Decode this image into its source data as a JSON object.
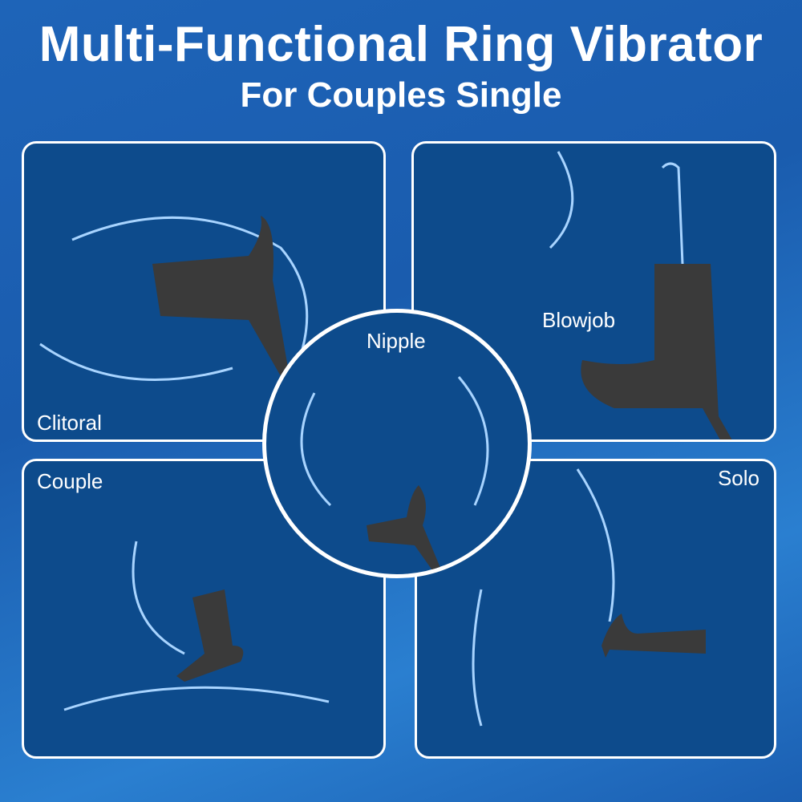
{
  "header": {
    "title": "Multi-Functional Ring Vibrator",
    "subtitle": "For Couples Single"
  },
  "panels": [
    {
      "id": "clitoral",
      "label": "Clitoral"
    },
    {
      "id": "blowjob",
      "label": "Blowjob"
    },
    {
      "id": "couple",
      "label": "Couple"
    },
    {
      "id": "solo",
      "label": "Solo"
    },
    {
      "id": "nipple",
      "label": "Nipple"
    }
  ],
  "colors": {
    "background": "#1e64b8",
    "panel": "#0d4b8c",
    "line": "#a8d4ff",
    "product": "#3a3a3a"
  }
}
